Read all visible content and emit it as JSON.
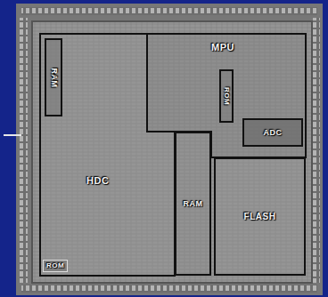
{
  "diagram": {
    "nodes": [
      {
        "text": [
          "HDC"
        ]
      },
      {
        "text": [
          "RAM"
        ],
        "in": 0
      },
      {
        "text": [
          "MPU"
        ]
      },
      {
        "text": [
          "ROM"
        ],
        "in": 2
      },
      {
        "text": [
          "ADC"
        ],
        "in": 2
      },
      {
        "text": [
          "RAM"
        ]
      },
      {
        "text": [
          "FLASH"
        ]
      },
      {
        "text": [
          "ROM"
        ],
        "in": 0
      }
    ]
  }
}
